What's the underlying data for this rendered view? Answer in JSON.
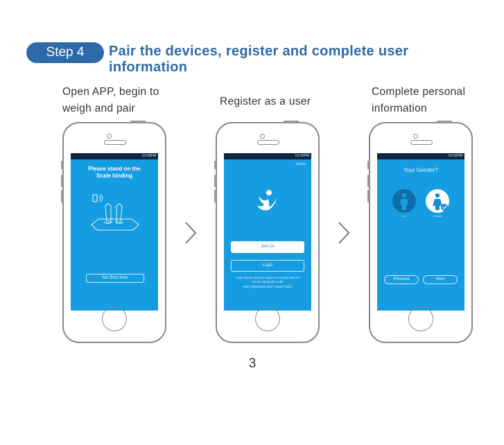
{
  "header": {
    "step_label": "Step 4",
    "title": "Pair the devices, register and complete user information"
  },
  "panels": [
    {
      "caption": "Open APP, begin to weigh and pair",
      "screen": {
        "status": "01:00PM",
        "title": "Please stand on the Scale binding",
        "button": "Not Bind Now"
      }
    },
    {
      "caption": "Register as a user",
      "screen": {
        "status": "01:00PM",
        "corner": "Tourist",
        "join_button": "Join Us",
        "login_button": "Login",
        "agreement_note": "Login means that you agree to comply with the OKOK Bluetooth scale",
        "agreement_link": "User Agreement and Privacy Policy"
      }
    },
    {
      "caption": "Complete personal information",
      "screen": {
        "status": "01:00PM",
        "title": "Your Gender?",
        "male_label": "Male",
        "female_label": "Female",
        "previous_button": "Previous",
        "next_button": "Next"
      }
    }
  ],
  "page_number": "3",
  "colors": {
    "accent": "#2e6aa7",
    "screen_blue": "#169ce0",
    "status_bar": "#0d2740"
  }
}
